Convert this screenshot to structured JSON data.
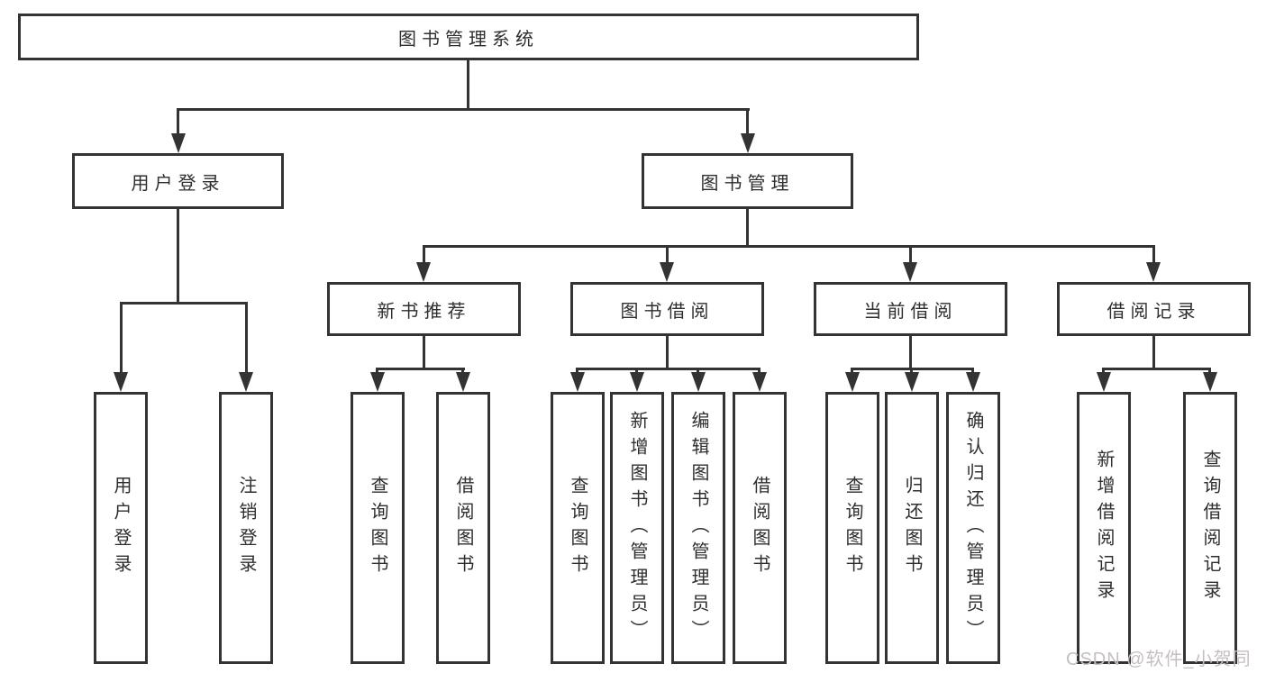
{
  "tree": {
    "label": "图书管理系统",
    "children": [
      {
        "label": "用户登录",
        "children": [
          {
            "label": "用户登录"
          },
          {
            "label": "注销登录"
          }
        ]
      },
      {
        "label": "图书管理",
        "children": [
          {
            "label": "新书推荐",
            "children": [
              {
                "label": "查询图书"
              },
              {
                "label": "借阅图书"
              }
            ]
          },
          {
            "label": "图书借阅",
            "children": [
              {
                "label": "查询图书"
              },
              {
                "label": "新增图书（管理员）"
              },
              {
                "label": "编辑图书（管理员）"
              },
              {
                "label": "借阅图书"
              }
            ]
          },
          {
            "label": "当前借阅",
            "children": [
              {
                "label": "查询图书"
              },
              {
                "label": "归还图书"
              },
              {
                "label": "确认归还（管理员）"
              }
            ]
          },
          {
            "label": "借阅记录",
            "children": [
              {
                "label": "新增借阅记录"
              },
              {
                "label": "查询借阅记录"
              }
            ]
          }
        ]
      }
    ]
  },
  "watermark": {
    "text": "CSDN @软件_小贺同学"
  },
  "colors": {
    "line": "#333333",
    "text": "#2e2e2e",
    "background": "#ffffff",
    "watermark": "#c6bfbf"
  }
}
